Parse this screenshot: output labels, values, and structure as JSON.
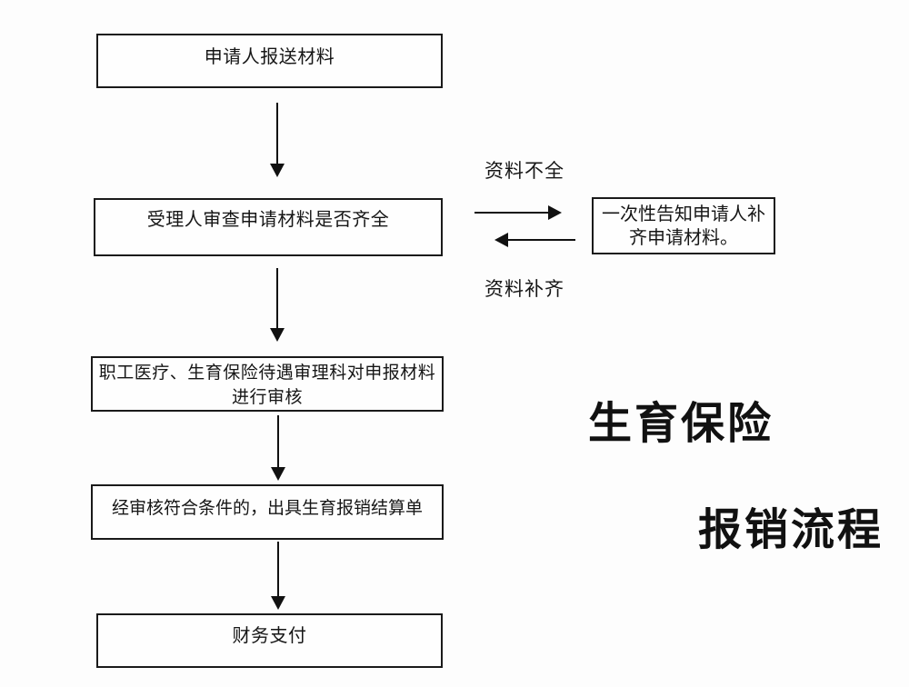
{
  "flowchart": {
    "boxes": {
      "step1": "申请人报送材料",
      "step2": "受理人审查申请材料是否齐全",
      "step3": "职工医疗、生育保险待遇审理科对申报材料进行审核",
      "step4": "经审核符合条件的，出具生育报销结算单",
      "step5": "财务支付",
      "side_note": "一次性告知申请人补齐申请材料。"
    },
    "labels": {
      "materials_incomplete": "资料不全",
      "materials_completed": "资料补齐"
    },
    "title": {
      "line1": "生育保险",
      "line2": "报销流程"
    },
    "colors": {
      "background": "#fdfdfd",
      "box_border": "#1a1a1a",
      "text": "#161616"
    }
  }
}
